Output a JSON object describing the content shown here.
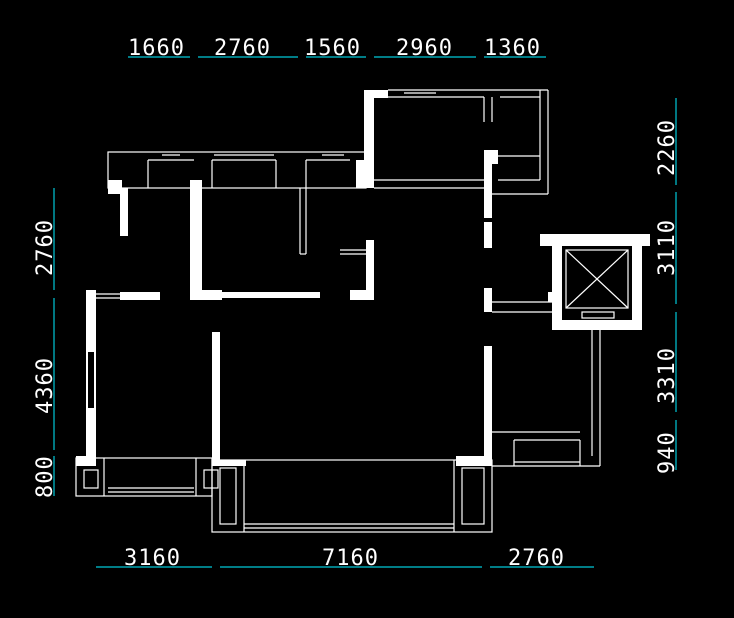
{
  "theme": {
    "background": "#000000",
    "wall_color": "#ffffff",
    "dimension_line_color": "#00c8d8",
    "text_color": "#ffffff"
  },
  "dimensions": {
    "top": [
      "1660",
      "2760",
      "1560",
      "2960",
      "1360"
    ],
    "bottom": [
      "3160",
      "7160",
      "2760"
    ],
    "left": [
      "2760",
      "4360",
      "800"
    ],
    "right": [
      "2260",
      "3110",
      "3310",
      "940"
    ]
  },
  "elevator": {
    "icon": "elevator-shaft-x-icon"
  }
}
